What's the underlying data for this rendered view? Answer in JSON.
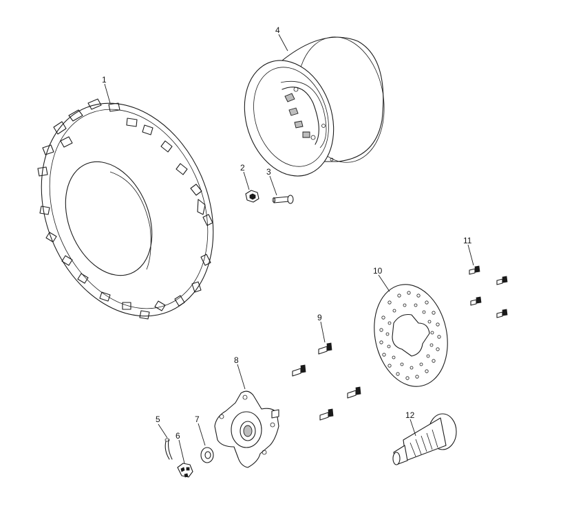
{
  "callouts": [
    {
      "id": "tire",
      "label": "1"
    },
    {
      "id": "lug-nut",
      "label": "2"
    },
    {
      "id": "valve-stem",
      "label": "3"
    },
    {
      "id": "wheel-rim",
      "label": "4"
    },
    {
      "id": "cotter-pin",
      "label": "5"
    },
    {
      "id": "castle-nut",
      "label": "6"
    },
    {
      "id": "washer",
      "label": "7"
    },
    {
      "id": "hub",
      "label": "8"
    },
    {
      "id": "hub-stud",
      "label": "9"
    },
    {
      "id": "brake-disc",
      "label": "10"
    },
    {
      "id": "disc-bolt",
      "label": "11"
    },
    {
      "id": "spindle-shaft",
      "label": "12"
    }
  ]
}
